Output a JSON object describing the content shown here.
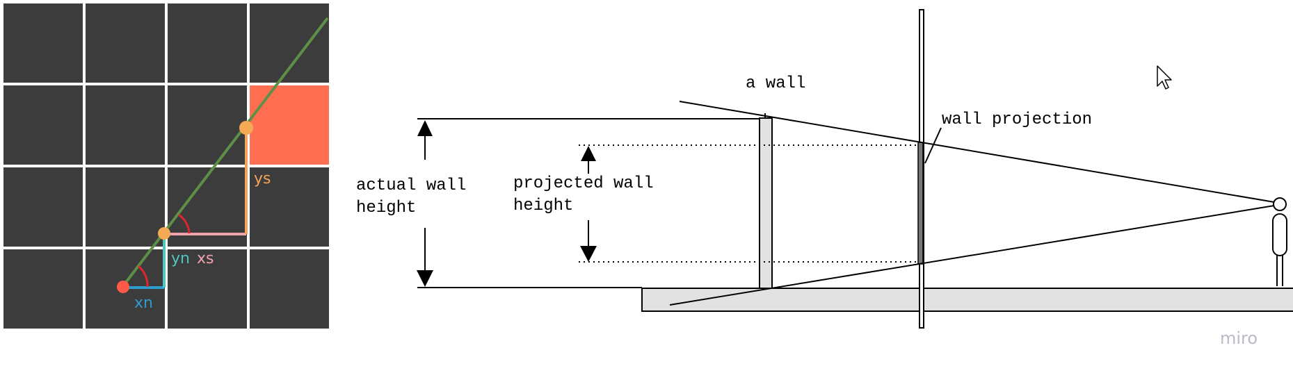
{
  "grid_diagram": {
    "labels": {
      "xn": "xn",
      "yn": "yn",
      "xs": "xs",
      "ys": "ys"
    },
    "colors": {
      "cell": "#3c3c3c",
      "grid_line": "#ffffff",
      "highlight_cell": "#ff6e50",
      "ray": "#5e8f47",
      "xn": "#2f9ccf",
      "yn": "#4fc6be",
      "xs": "#f0a2ad",
      "ys": "#f4a55a",
      "angle": "#e0262c",
      "origin_dot": "#ff5a4a",
      "hit_dot": "#f4aa55"
    }
  },
  "projection_diagram": {
    "labels": {
      "a_wall": "a wall",
      "wall_projection": "wall projection",
      "actual_wall_height_line1": "actual wall",
      "actual_wall_height_line2": "height",
      "projected_wall_height_line1": "projected wall",
      "projected_wall_height_line2": "height"
    },
    "colors": {
      "wall_fill": "#e2e2e2",
      "ink": "#000000"
    }
  },
  "watermark": {
    "text": "miro",
    "color": "#b9bcc8"
  },
  "cursor": {
    "icon": "pointer-arrow-icon"
  }
}
